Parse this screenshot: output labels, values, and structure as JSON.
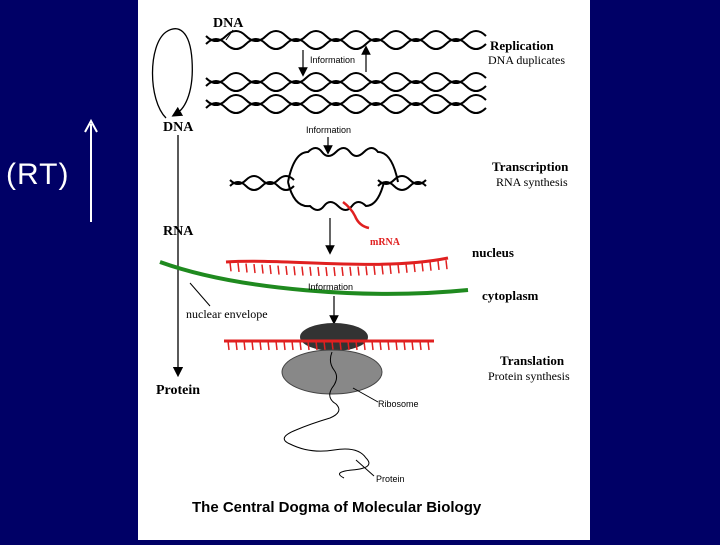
{
  "side_label": "(RT)",
  "labels": {
    "dna_top": "DNA",
    "dna_mid": "DNA",
    "rna": "RNA",
    "protein_left": "Protein",
    "information_1": "Information",
    "information_2": "Information",
    "information_3": "Information",
    "replication_title": "Replication",
    "replication_sub": "DNA duplicates",
    "transcription_title": "Transcription",
    "transcription_sub": "RNA synthesis",
    "mrna": "mRNA",
    "nucleus": "nucleus",
    "cytoplasm": "cytoplasm",
    "nuclear_envelope": "nuclear envelope",
    "translation_title": "Translation",
    "translation_sub": "Protein synthesis",
    "ribosome": "Ribosome",
    "protein_chain": "Protein"
  },
  "caption": "The Central Dogma of Molecular Biology",
  "colors": {
    "background": "#000066",
    "mrna": "#e02020",
    "envelope": "#1f8a1f",
    "ink": "#000000"
  }
}
